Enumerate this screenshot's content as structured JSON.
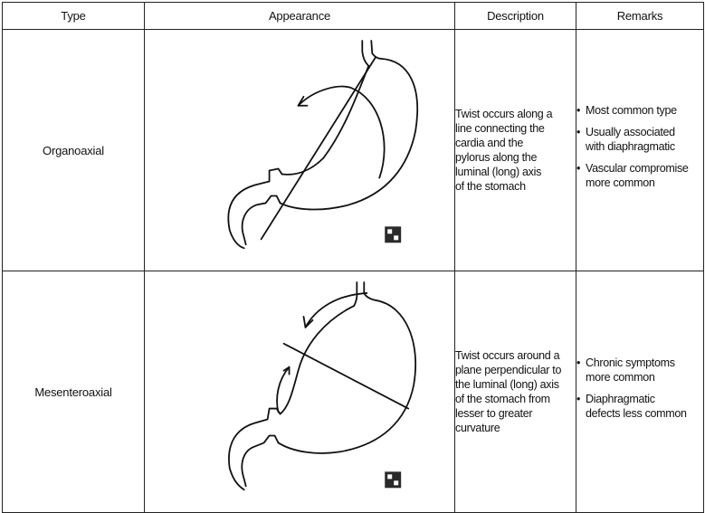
{
  "headers": [
    "Type",
    "Appearance",
    "Description",
    "Remarks"
  ],
  "rows": [
    {
      "type": "Organoaxial",
      "description_lines": [
        "Twist occurs along a",
        "line connecting the",
        "cardia and the",
        "pylorus along the",
        "luminal (long) axis",
        "of the stomach"
      ],
      "remarks": [
        {
          "lines": [
            "Most common type"
          ]
        },
        {
          "lines": [
            "Usually associated",
            "with diaphragmatic"
          ]
        },
        {
          "lines": [
            "Vascular compromise",
            "more common"
          ]
        }
      ]
    },
    {
      "type": "Mesenteroaxial",
      "description_lines": [
        "Twist occurs around a",
        "plane perpendicular to",
        "the luminal (long) axis",
        "of the stomach from",
        "lesser to greater",
        "curvature"
      ],
      "remarks": [
        {
          "lines": [
            "Chronic symptoms",
            "more common"
          ]
        },
        {
          "lines": [
            "Diaphragmatic",
            "defects less common"
          ]
        }
      ]
    }
  ],
  "icons": {
    "stomach_diagram": "stomach-line-drawing",
    "watermark": "publisher-logo"
  }
}
